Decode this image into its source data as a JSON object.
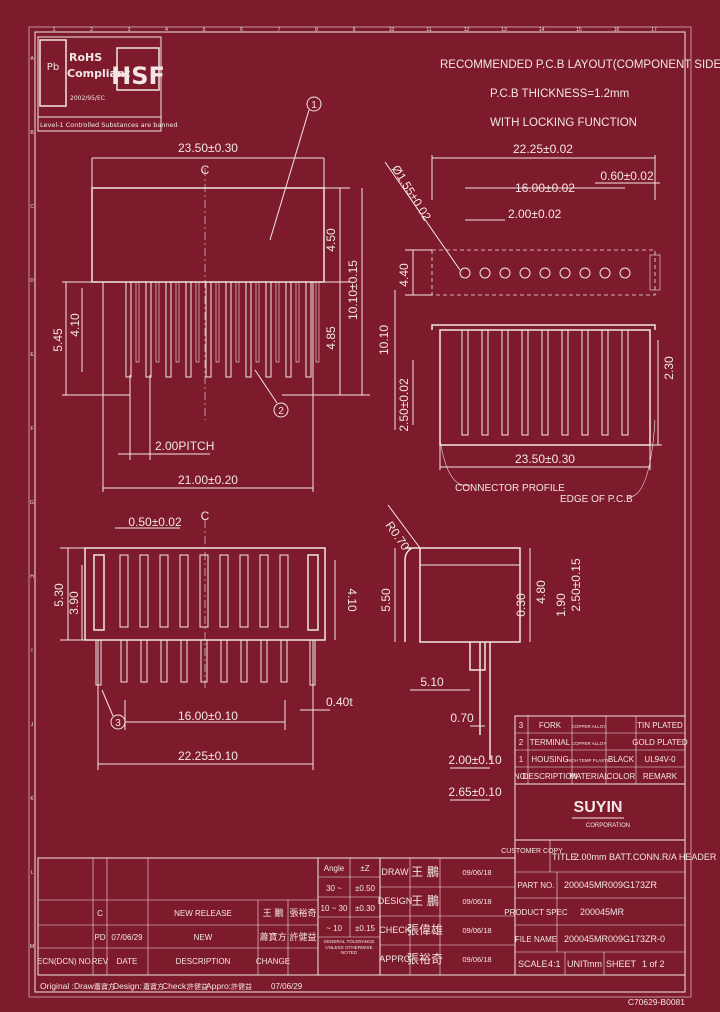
{
  "logo": {
    "rohs_line1": "RoHS",
    "rohs_line2": "Compliant",
    "rohs_line3": "2002/95/EC",
    "hsf": "HSF",
    "pb_free": "Pb",
    "note": "Level-1 Controlled Substances are banned"
  },
  "notes": {
    "line1": "RECOMMENDED P.C.B LAYOUT(COMPONENT SIDE)",
    "line2": "P.C.B THICKNESS=1.2mm",
    "line3": "WITH LOCKING FUNCTION"
  },
  "top_view": {
    "width_dim": "23.50±0.30",
    "h_450": "4.50",
    "h_1010": "10.10±0.15",
    "h_485": "4.85",
    "h_545": "5.45",
    "h_410": "4.10",
    "pitch": "2.00PITCH",
    "span": "21.00±0.20",
    "callout_1": "1",
    "callout_2": "2",
    "cl": "C"
  },
  "pcb_layout": {
    "w_2225": "22.25±0.02",
    "w_1600": "16.00±0.02",
    "w_060": "0.60±0.02",
    "w_200": "2.00±0.02",
    "hole": "Ø1.55±0.02",
    "h_440": "4.40",
    "h_1010": "10.10",
    "h_250": "2.50±0.02",
    "h_230": "2.30",
    "w_2350": "23.50±0.30",
    "label_connector": "CONNECTOR PROFILE",
    "label_edge": "EDGE OF P.C.B"
  },
  "front_view": {
    "w_050": "0.50±0.02",
    "h_530": "5.30",
    "h_390": "3.90",
    "h_410": "4.10",
    "w_1600": "16.00±0.10",
    "t_040": "0.40t",
    "w_2225": "22.25±0.10",
    "callout_3": "3",
    "cl": "C"
  },
  "side_view": {
    "radius": "R0.70",
    "h_550": "5.50",
    "h_030": "0.30",
    "h_480": "4.80",
    "h_190": "1.90",
    "h_250": "2.50±0.15",
    "w_510": "5.10",
    "w_070": "0.70",
    "w_200": "2.00±0.10",
    "w_265": "2.65±0.10"
  },
  "parts_table": {
    "rows": [
      {
        "no": "3",
        "desc": "FORK",
        "material": "COPPER ALLOY",
        "color": "",
        "remark": "TIN PLATED"
      },
      {
        "no": "2",
        "desc": "TERMINAL",
        "material": "COPPER ALLOY",
        "color": "",
        "remark": "GOLD PLATED"
      },
      {
        "no": "1",
        "desc": "HOUSING",
        "material": "HIGH TEMP PLASTIC",
        "color": "BLACK",
        "remark": "UL94V-0"
      }
    ],
    "header": {
      "no": "NO.",
      "desc": "DESCRIPTION",
      "material": "MATERIAL",
      "color": "COLOR",
      "remark": "REMARK"
    }
  },
  "company": {
    "name": "SUYIN",
    "sub": "CORPORATION"
  },
  "title_block": {
    "customer_label": "CUSTOMER COPY",
    "title_label": "TITLE:",
    "title_value": "2.00mm BATT.CONN.R/A HEADER",
    "part_label": "PART NO.",
    "part_value": "200045MR009G173ZR",
    "spec_label": "PRODUCT SPEC",
    "spec_value": "200045MR",
    "file_label": "FILE NAME",
    "file_value": "200045MR009G173ZR-0",
    "scale_label": "SCALE",
    "scale_value": "4:1",
    "unit_label": "UNIT",
    "unit_value": "mm",
    "sheet_label": "SHEET",
    "sheet_value": "1 of 2"
  },
  "tolerance": {
    "angle_label": "Angle",
    "tol_label": "±Z",
    "r1a": "30 ~",
    "r1b": "±0.50",
    "r2a": "10 ~ 30",
    "r2b": "±0.30",
    "r3a": "~ 10",
    "r3b": "±0.15",
    "general": "GENERAL TOLERANCE UNLESS OTHERWISE NOTED"
  },
  "signoff": {
    "draw": "DRAW",
    "design": "DESIGN",
    "check": "CHECK",
    "appro": "APPRO",
    "draw_name": "王 鵬",
    "design_name": "王 鵬",
    "check_name": "張偉雄",
    "appro_name": "張裕奇",
    "date1": "09/06/18",
    "date2": "09/06/18",
    "date3": "09/06/18",
    "date4": "09/06/18"
  },
  "revisions": {
    "rows": [
      {
        "rev": "C",
        "ecn": "",
        "date": "",
        "desc": "NEW RELEASE",
        "by": "王 鵬",
        "appr": "張裕奇"
      },
      {
        "rev": "PD",
        "ecn": "",
        "date": "07/06/29",
        "desc": "NEW",
        "by": "蕭寶方",
        "appr": "許健益"
      }
    ],
    "header": {
      "ecn": "ECN(DCN) NO.",
      "rev": "REV",
      "date": "DATE",
      "desc": "DESCRIPTION",
      "change": "CHANGE"
    }
  },
  "footer": {
    "original_label": "Original :Draw:",
    "draw_name": "蕭寶方",
    "design_label": "Design:",
    "design_name": "蕭寶方",
    "check_label": "Check:",
    "check_name": "許健益",
    "appro_label": "Appro:",
    "appro_name": "許健益",
    "date": "07/06/29",
    "code": "C70629-B0081"
  },
  "grid": {
    "top": [
      "1",
      "2",
      "3",
      "4",
      "5",
      "6",
      "7",
      "8",
      "9",
      "10",
      "11",
      "12",
      "13",
      "14",
      "15",
      "16",
      "17"
    ],
    "left": [
      "A",
      "B",
      "C",
      "D",
      "E",
      "F",
      "G",
      "H",
      "I",
      "J",
      "K",
      "L",
      "M"
    ]
  }
}
